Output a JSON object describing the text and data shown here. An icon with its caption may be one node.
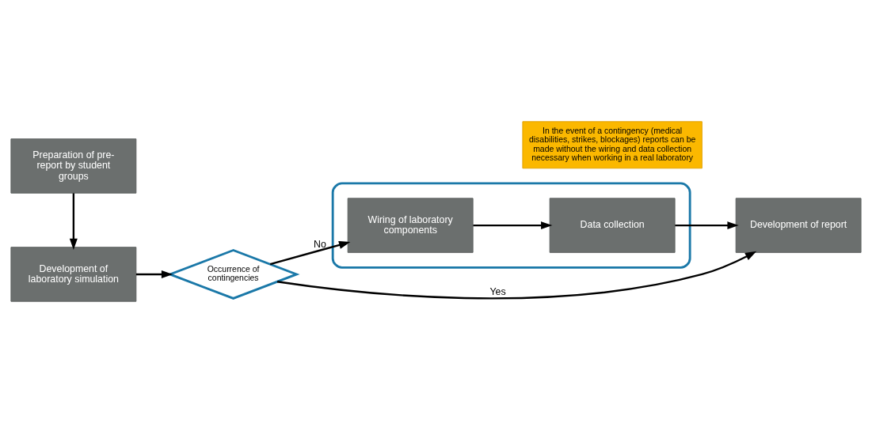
{
  "diagram": {
    "nodes": [
      {
        "text": [
          "Preparation of pre-report by student groups"
        ]
      },
      {
        "text": [],
        "shape": "box"
      },
      {
        "text": [
          "Wiring of laboratory components"
        ],
        "in": 1
      },
      {
        "text": [
          "Data collection"
        ],
        "in": 1
      },
      {
        "text": [
          "Development of report"
        ]
      },
      {
        "text": [
          "Development of laboratory simulation"
        ]
      },
      {
        "text": [
          "In the event of a contingency (medical disabilities, strikes, blockages) reports can be made without the wiring and data collection necessary when working in a real laboratory"
        ]
      },
      {
        "text": [
          "Occurrence of contingencies"
        ]
      }
    ],
    "edges": [
      {
        "from": 2,
        "to": 3,
        "arrow": "to"
      },
      {
        "from": 3,
        "to": 4,
        "arrow": "to"
      },
      {
        "from": 0,
        "to": 5,
        "arrow": "to"
      },
      {
        "from": 5,
        "to": 7,
        "arrow": "to"
      },
      {
        "from": 7,
        "to": 2,
        "label": "No",
        "arrow": "to"
      },
      {
        "from": 7,
        "to": 4,
        "label": "Yes",
        "arrow": "to"
      }
    ]
  }
}
